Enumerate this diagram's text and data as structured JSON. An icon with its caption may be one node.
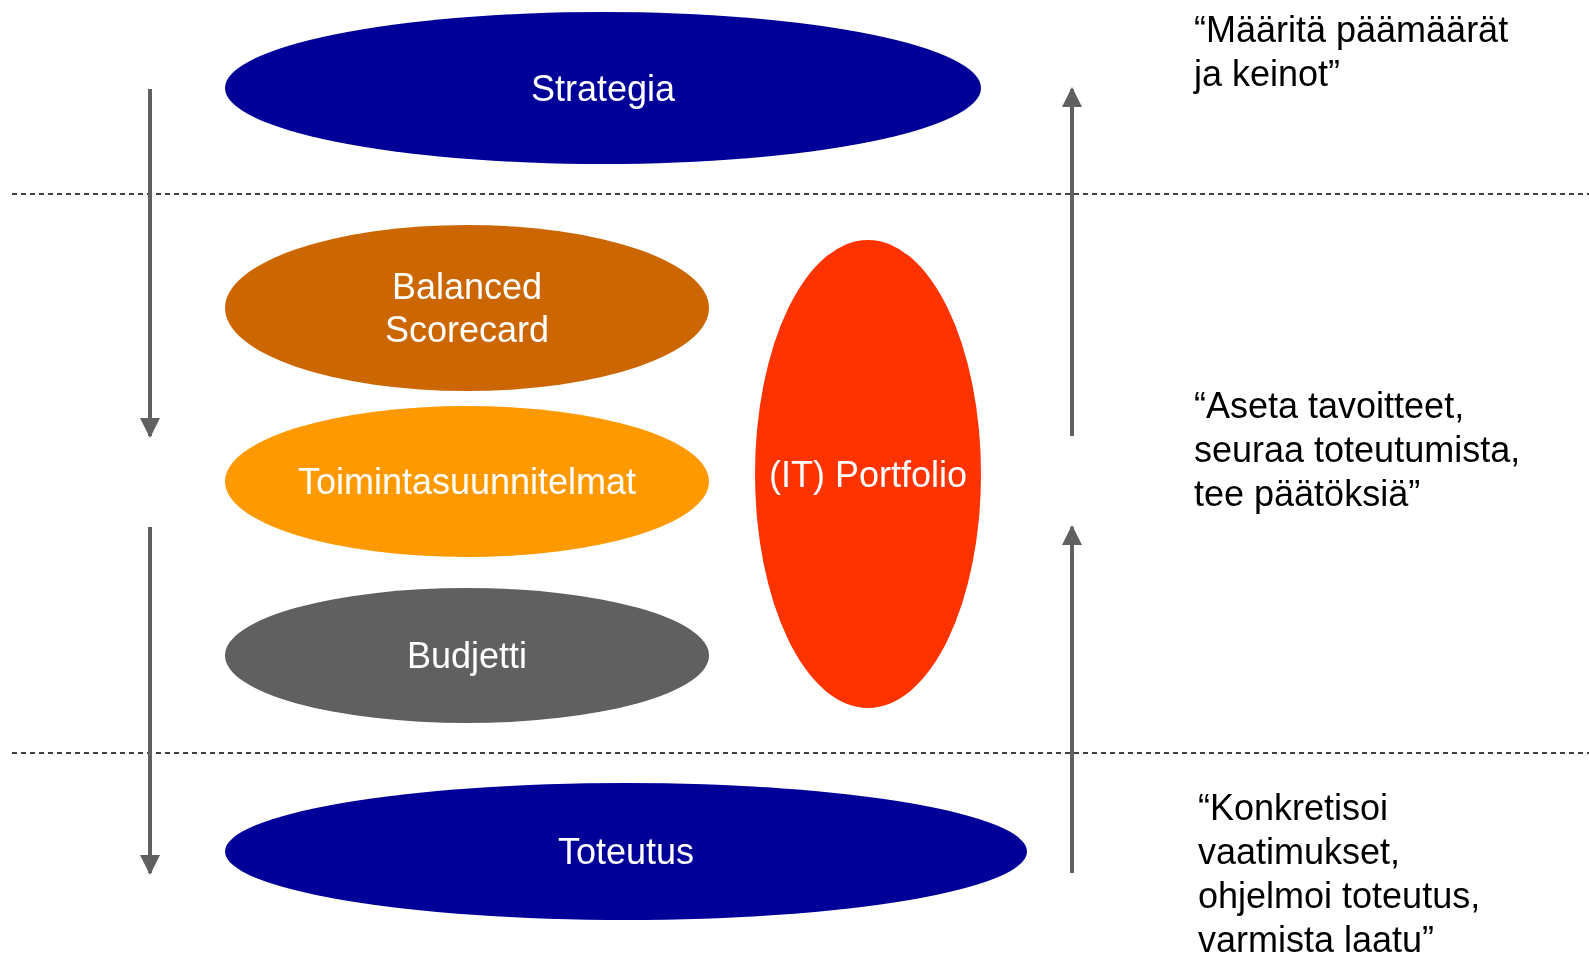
{
  "diagram": {
    "nodes": [
      {
        "text": [
          "Strategia"
        ]
      },
      {
        "text": [
          "Balanced Scorecard"
        ]
      },
      {
        "text": [
          "Toimintasuunnitelmat"
        ]
      },
      {
        "text": [
          "Budjetti"
        ]
      },
      {
        "text": [
          "(IT) Portfolio"
        ]
      },
      {
        "text": [
          "Toteutus"
        ]
      }
    ],
    "labels": [
      "“Määritä päämäärät ja keinot”",
      "“Aseta tavoitteet, seuraa toteutumista, tee päätöksiä”",
      "“Konkretisoi vaatimukset, ohjelmoi toteutus, varmista laatu”"
    ]
  }
}
